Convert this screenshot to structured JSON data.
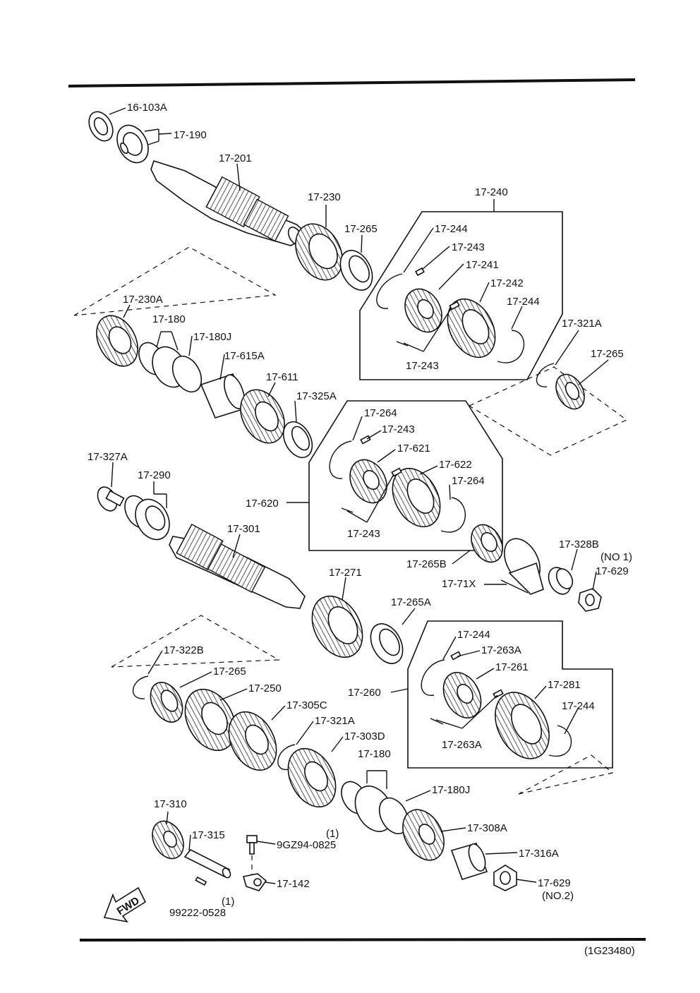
{
  "diagram_code": "(1G23480)",
  "fwd_label": "FWD",
  "labels": {
    "p16_103A": "16-103A",
    "p17_190": "17-190",
    "p17_201": "17-201",
    "p17_230": "17-230",
    "p17_240": "17-240",
    "p17_265_a": "17-265",
    "p17_244_a": "17-244",
    "p17_243_a": "17-243",
    "p17_241": "17-241",
    "p17_242": "17-242",
    "p17_244_b": "17-244",
    "p17_243_b": "17-243",
    "p17_230A": "17-230A",
    "p17_180_a": "17-180",
    "p17_180J_a": "17-180J",
    "p17_615A": "17-615A",
    "p17_611": "17-611",
    "p17_325A": "17-325A",
    "p17_321A_a": "17-321A",
    "p17_265_b": "17-265",
    "p17_264_a": "17-264",
    "p17_243_c": "17-243",
    "p17_621": "17-621",
    "p17_622": "17-622",
    "p17_264_b": "17-264",
    "p17_620": "17-620",
    "p17_243_d": "17-243",
    "p17_327A": "17-327A",
    "p17_290": "17-290",
    "p17_301": "17-301",
    "p17_265B": "17-265B",
    "p17_71X": "17-71X",
    "p17_328B": "17-328B",
    "p17_328B_note": "(NO 1)",
    "p17_629_a": "17-629",
    "p17_271": "17-271",
    "p17_265A": "17-265A",
    "p17_244_c": "17-244",
    "p17_263A_a": "17-263A",
    "p17_261": "17-261",
    "p17_260": "17-260",
    "p17_281": "17-281",
    "p17_244_d": "17-244",
    "p17_263A_b": "17-263A",
    "p17_322B": "17-322B",
    "p17_265_c": "17-265",
    "p17_250": "17-250",
    "p17_305C": "17-305C",
    "p17_321A_b": "17-321A",
    "p17_303D": "17-303D",
    "p17_180_b": "17-180",
    "p17_180J_b": "17-180J",
    "p17_308A": "17-308A",
    "p17_316A": "17-316A",
    "p17_629_b": "17-629",
    "p17_629_b_note": "(NO.2)",
    "p17_310": "17-310",
    "p17_315": "17-315",
    "p9GZ94": "9GZ94-0825",
    "p9GZ94_qty": "(1)",
    "p17_142": "17-142",
    "p99222": "99222-0528",
    "p99222_qty": "(1)"
  }
}
